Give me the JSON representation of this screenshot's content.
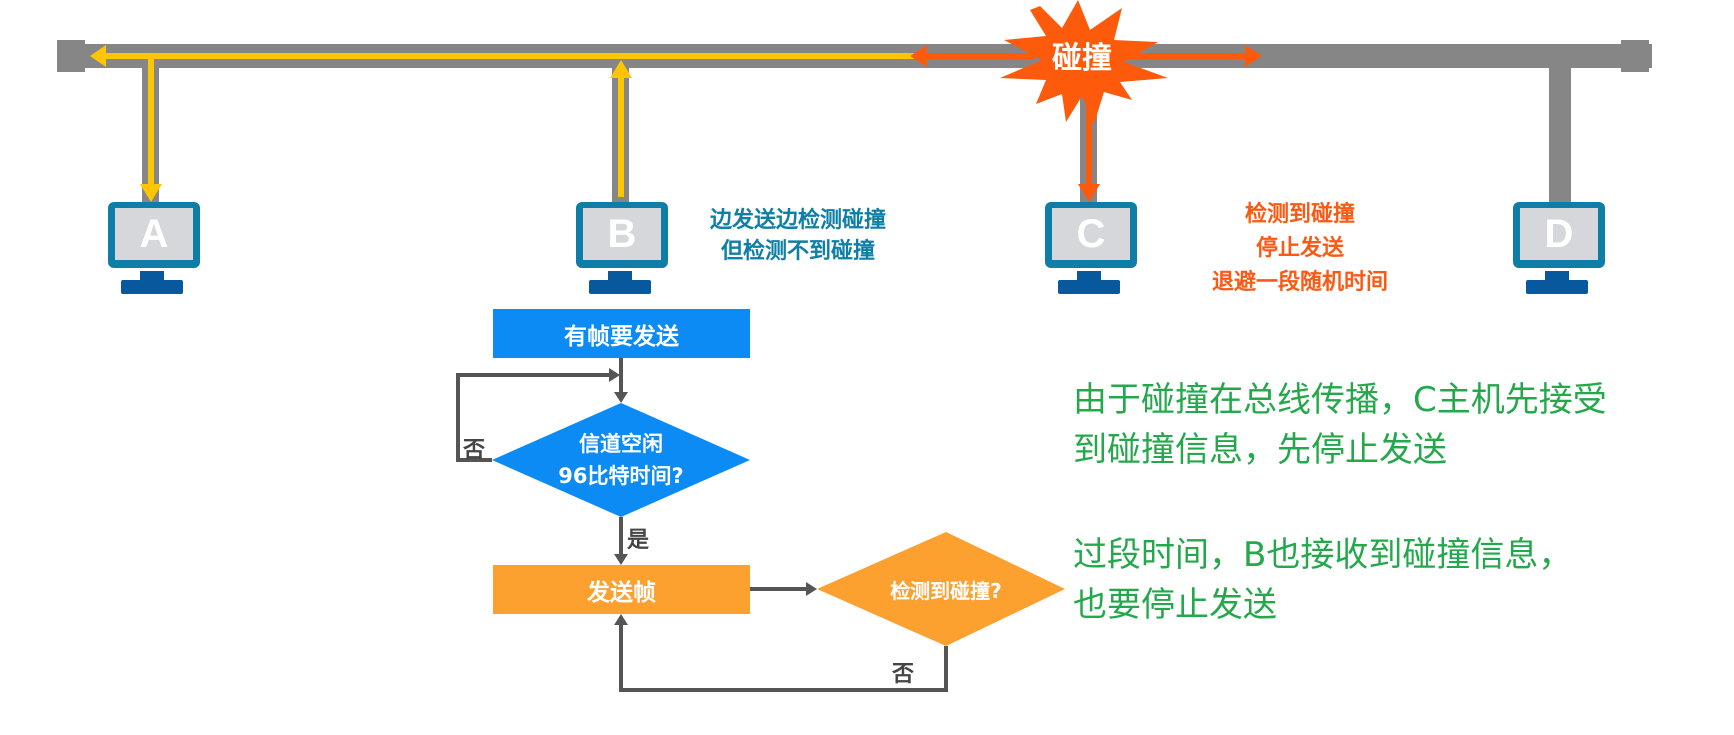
{
  "colors": {
    "bus": "#868686",
    "signal_b": "#fdc602",
    "collision": "#fd5a0c",
    "host_frame": "#0f7ea6",
    "host_screen": "#d6d7db",
    "host_stand": "#07589d",
    "flow_blue": "#0b8bf3",
    "flow_orange": "#fca030",
    "flow_arrow": "#555555",
    "note_blue": "#0e7fa6",
    "note_orange": "#fb5a14",
    "note_green": "#24a84b"
  },
  "bus": {
    "collision_label": "碰撞"
  },
  "hosts": [
    {
      "id": "A",
      "label": "A",
      "signal": "receiving"
    },
    {
      "id": "B",
      "label": "B",
      "signal": "sending"
    },
    {
      "id": "C",
      "label": "C",
      "signal": "collision"
    },
    {
      "id": "D",
      "label": "D",
      "signal": "idle"
    }
  ],
  "notes": {
    "host_b": [
      "边发送边检测碰撞",
      "但检测不到碰撞"
    ],
    "host_c": [
      "检测到碰撞",
      "停止发送",
      "退避一段随机时间"
    ],
    "explanation_1": [
      "由于碰撞在总线传播，C主机先接受",
      "到碰撞信息，先停止发送"
    ],
    "explanation_2": [
      "过段时间，B也接收到碰撞信息，",
      "也要停止发送"
    ]
  },
  "flowchart": {
    "start": "有帧要发送",
    "check_idle": [
      "信道空闲",
      "96比特时间?"
    ],
    "send": "发送帧",
    "check_collision": "检测到碰撞?",
    "label_no_idle": "否",
    "label_yes_idle": "是",
    "label_no_collision": "否"
  }
}
